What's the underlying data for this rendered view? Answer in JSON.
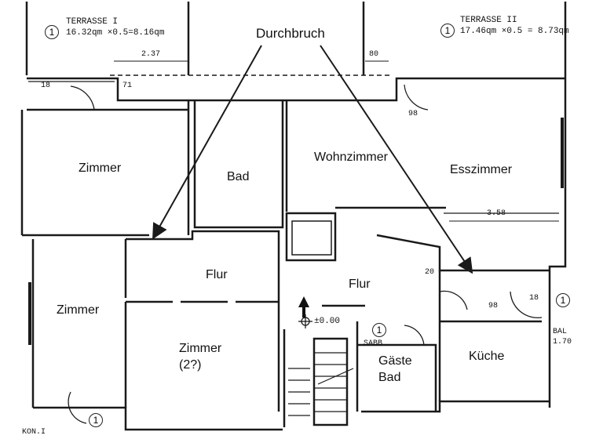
{
  "annotation": {
    "label": "Durchbruch"
  },
  "terraces": [
    {
      "number": "1",
      "name": "TERRASSE I",
      "area": "16.32qm ×0.5=8.16qm"
    },
    {
      "number": "1",
      "name": "TERRASSE II",
      "area": "17.46qm ×0.5 = 8.73qm"
    }
  ],
  "rooms": {
    "zimmer_top_left": "Zimmer",
    "bad": "Bad",
    "wohnzimmer": "Wohnzimmer",
    "esszimmer": "Esszimmer",
    "zimmer_left": "Zimmer",
    "flur_left": "Flur",
    "flur_right": "Flur",
    "zimmer_middle": "Zimmer",
    "zimmer_middle_note": "(2?)",
    "gaeste_bad_1": "Gäste",
    "gaeste_bad_2": "Bad",
    "kueche": "Küche"
  },
  "dimensions": {
    "d237": "2.37",
    "d80": "80",
    "d358": "3.58",
    "d18a": "18",
    "d18b": "18",
    "d98a": "98",
    "d98b": "98",
    "d20": "20",
    "d71": "71"
  },
  "markers": {
    "level": "±0.00",
    "circle_bottom": "1",
    "circle_gaeste": "1",
    "circle_right": "1",
    "kon": "KON.I",
    "bal": "BAL",
    "bal_val": "1.70",
    "sabb": "SABB"
  }
}
